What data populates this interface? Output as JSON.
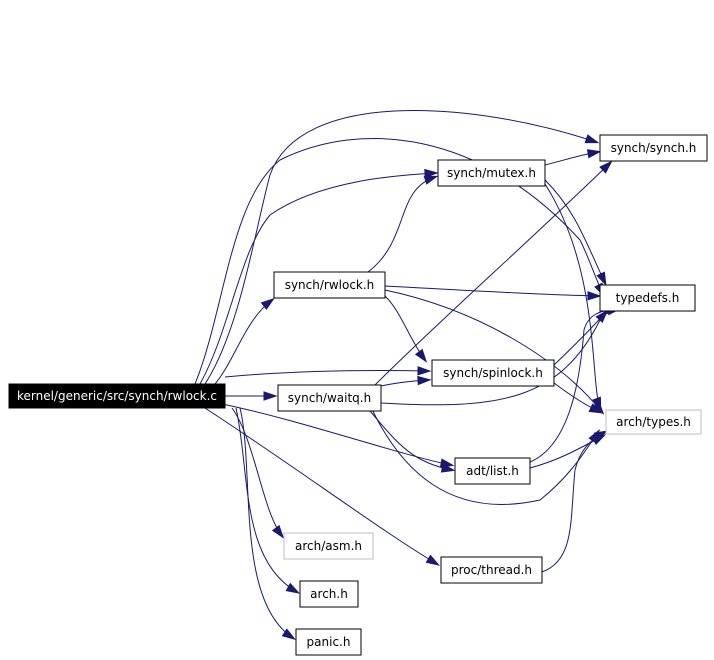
{
  "graph": {
    "nodes": {
      "root": {
        "label": "kernel/generic/src/synch/rwlock.c",
        "style": "root"
      },
      "synch": {
        "label": "synch/synch.h",
        "style": "link"
      },
      "mutex": {
        "label": "synch/mutex.h",
        "style": "link"
      },
      "typedefs": {
        "label": "typedefs.h",
        "style": "link"
      },
      "rwlock": {
        "label": "synch/rwlock.h",
        "style": "link"
      },
      "spinlock": {
        "label": "synch/spinlock.h",
        "style": "link"
      },
      "waitq": {
        "label": "synch/waitq.h",
        "style": "link"
      },
      "archtypes": {
        "label": "arch/types.h",
        "style": "missing"
      },
      "list": {
        "label": "adt/list.h",
        "style": "link"
      },
      "asm": {
        "label": "arch/asm.h",
        "style": "missing"
      },
      "thread": {
        "label": "proc/thread.h",
        "style": "link"
      },
      "arch": {
        "label": "arch.h",
        "style": "link"
      },
      "panic": {
        "label": "panic.h",
        "style": "link"
      }
    },
    "edges": [
      {
        "from": "root",
        "to": "synch"
      },
      {
        "from": "root",
        "to": "mutex"
      },
      {
        "from": "root",
        "to": "typedefs"
      },
      {
        "from": "root",
        "to": "rwlock"
      },
      {
        "from": "root",
        "to": "spinlock"
      },
      {
        "from": "root",
        "to": "waitq"
      },
      {
        "from": "root",
        "to": "list"
      },
      {
        "from": "root",
        "to": "asm"
      },
      {
        "from": "root",
        "to": "thread"
      },
      {
        "from": "root",
        "to": "arch"
      },
      {
        "from": "root",
        "to": "panic"
      },
      {
        "from": "rwlock",
        "to": "mutex"
      },
      {
        "from": "rwlock",
        "to": "typedefs"
      },
      {
        "from": "rwlock",
        "to": "spinlock"
      },
      {
        "from": "rwlock",
        "to": "archtypes"
      },
      {
        "from": "mutex",
        "to": "synch"
      },
      {
        "from": "mutex",
        "to": "typedefs"
      },
      {
        "from": "mutex",
        "to": "archtypes"
      },
      {
        "from": "waitq",
        "to": "spinlock"
      },
      {
        "from": "waitq",
        "to": "list"
      },
      {
        "from": "waitq",
        "to": "typedefs"
      },
      {
        "from": "waitq",
        "to": "archtypes"
      },
      {
        "from": "waitq",
        "to": "synch"
      },
      {
        "from": "spinlock",
        "to": "typedefs"
      },
      {
        "from": "spinlock",
        "to": "archtypes"
      },
      {
        "from": "list",
        "to": "typedefs"
      },
      {
        "from": "list",
        "to": "archtypes"
      },
      {
        "from": "thread",
        "to": "archtypes"
      }
    ]
  },
  "colors": {
    "edge": "#191970",
    "node_border": "#000000",
    "missing_border": "#bfbfbf",
    "root_fill": "#000000",
    "root_text": "#ffffff"
  }
}
